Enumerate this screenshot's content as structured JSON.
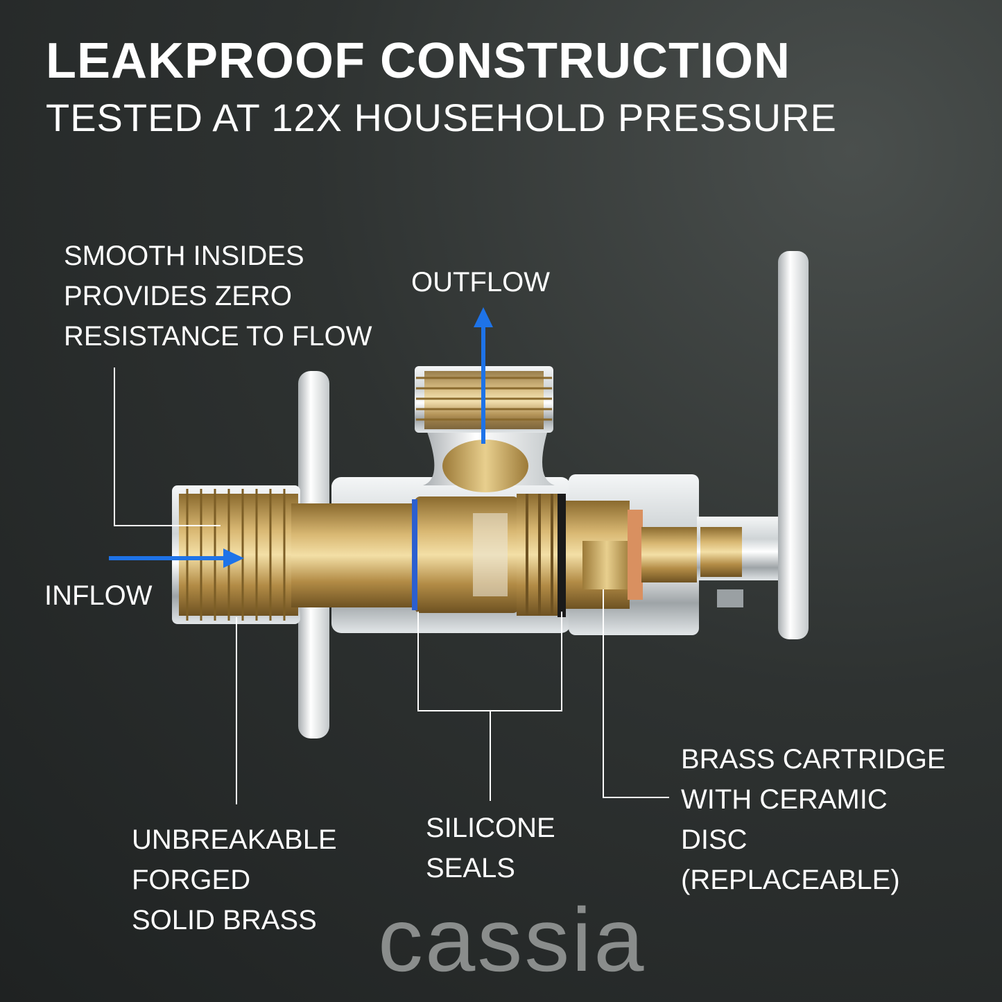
{
  "header": {
    "title": "LEAKPROOF CONSTRUCTION",
    "subtitle": "TESTED AT 12X HOUSEHOLD PRESSURE"
  },
  "callouts": {
    "smooth_insides": [
      "SMOOTH INSIDES",
      "PROVIDES ZERO",
      "RESISTANCE TO FLOW"
    ],
    "outflow": "OUTFLOW",
    "inflow": "INFLOW",
    "forged_brass": [
      "UNBREAKABLE",
      "FORGED",
      "SOLID BRASS"
    ],
    "silicone_seals": [
      "SILICONE",
      "SEALS"
    ],
    "cartridge": [
      "BRASS CARTRIDGE",
      "WITH CERAMIC",
      "DISC",
      "(REPLACEABLE)"
    ]
  },
  "brand": {
    "logo_text": "cassia"
  },
  "colors": {
    "flow_arrow": "#1e73e8",
    "leader_line": "#ffffff",
    "brass": "#c9a45c",
    "chrome": "#e8ecee"
  }
}
